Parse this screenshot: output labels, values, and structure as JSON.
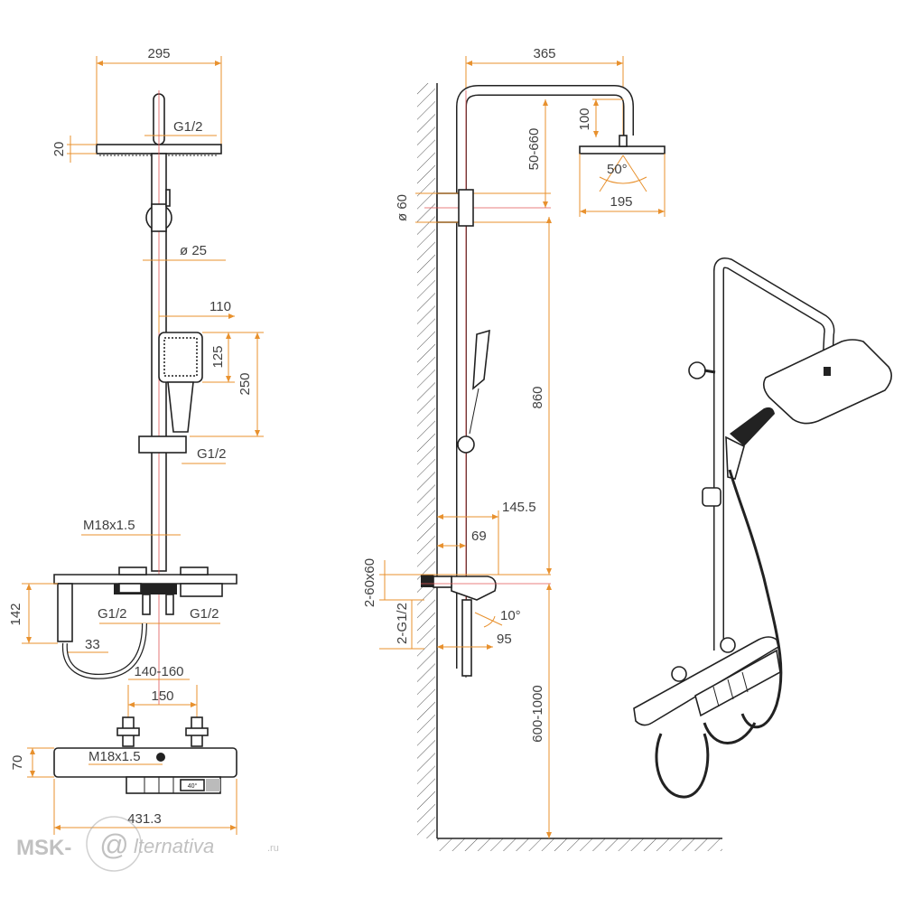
{
  "dims": {
    "head_width": "295",
    "head_height": "20",
    "inlet_top": "G1/2",
    "rod_diam": "ø 25",
    "hand_width": "110",
    "hand_head": "125",
    "hand_len": "250",
    "hose_conn": "G1/2",
    "thread_m18_top": "M18x1.5",
    "mixer_height": "142",
    "inlet_left": "G1/2",
    "inlet_right": "G1/2",
    "outlet_33": "33",
    "centers_range": "140-160",
    "centers_150": "150",
    "front_height": "70",
    "thread_m18_front": "M18x1.5",
    "total_width": "431.3",
    "arm_reach": "365",
    "head_drop": "100",
    "arm_rise": "50-660",
    "flange_diam": "ø 60",
    "head_angle": "50°",
    "head_diam": "195",
    "rail_len": "860",
    "mixer_depth": "145.5",
    "mixer_inlet": "69",
    "eccentric": "2-60x60",
    "eccentric_thread": "2-G1/2",
    "spout_angle": "10°",
    "spout_95": "95",
    "floor_height": "600-1000"
  },
  "mixer_display": "40°",
  "brand": {
    "prefix": "MSK-",
    "logo_mark": "@",
    "suffix": "lternativa",
    "domain": ".ru"
  }
}
